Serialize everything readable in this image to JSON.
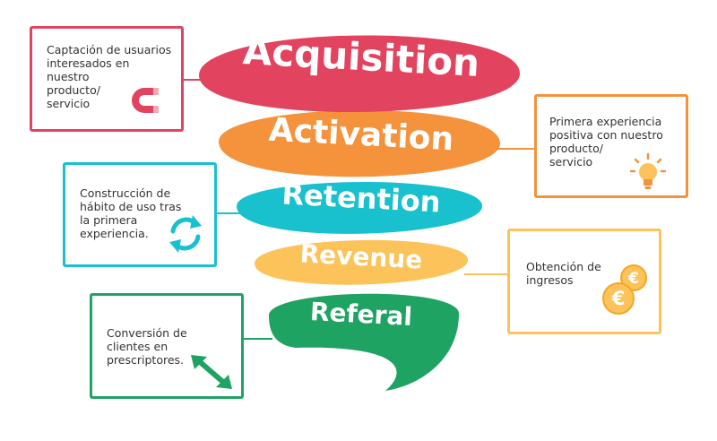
{
  "colors": {
    "acquisition": "#e2445f",
    "activation": "#f5933c",
    "retention": "#19c0cd",
    "revenue": "#fcc35a",
    "referal": "#1ea362"
  },
  "stages": [
    {
      "key": "acquisition",
      "label": "Acquisition"
    },
    {
      "key": "activation",
      "label": "Activation"
    },
    {
      "key": "retention",
      "label": "Retention"
    },
    {
      "key": "revenue",
      "label": "Revenue"
    },
    {
      "key": "referal",
      "label": "Referal"
    }
  ],
  "cards": [
    {
      "key": "acquisition",
      "lines": [
        "Captación de usuarios",
        "interesados en",
        "nuestro",
        "producto/",
        "servicio"
      ],
      "icon": "magnet-icon"
    },
    {
      "key": "activation",
      "lines": [
        "Primera experiencia",
        "positiva con nuestro",
        "producto/",
        "servicio"
      ],
      "icon": "lightbulb-icon"
    },
    {
      "key": "retention",
      "lines": [
        "Construcción de",
        "hábito de uso tras",
        "la primera",
        "experiencia."
      ],
      "icon": "refresh-icon"
    },
    {
      "key": "revenue",
      "lines": [
        "Obtención de",
        "ingresos"
      ],
      "icon": "euro-coins-icon"
    },
    {
      "key": "referal",
      "lines": [
        "Conversión de",
        "clientes en",
        "prescriptores."
      ],
      "icon": "arrows-diagonal-icon"
    }
  ]
}
